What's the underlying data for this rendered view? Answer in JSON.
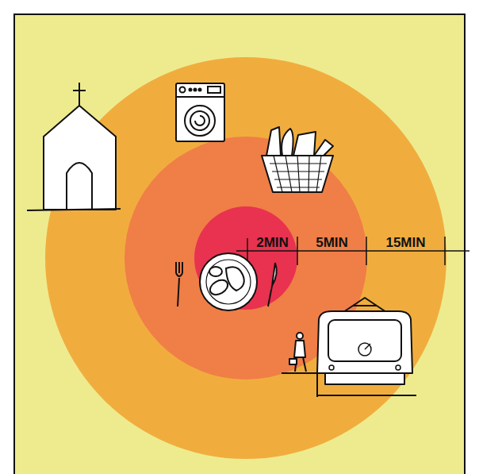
{
  "diagram": {
    "labels": [
      "2MIN",
      "5MIN",
      "15MIN"
    ]
  }
}
